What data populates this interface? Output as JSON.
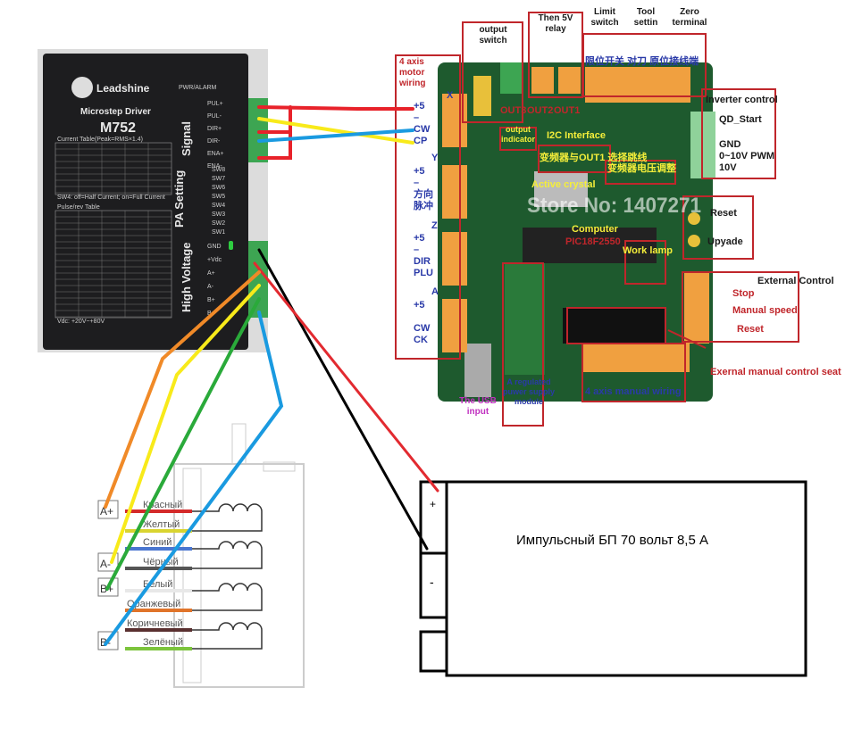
{
  "driver": {
    "brand": "Leadshine",
    "subtitle": "Microstep Driver",
    "model": "M752",
    "current_table_title": "Current Table(Peak=RMS×1.4)",
    "pulse_table_title": "Pulse/rev Table",
    "note": "SW4: off=Half Current; on=Full Current",
    "vdc_note": "Vdc: +20V~+80V",
    "sections": {
      "signal": "Signal",
      "pa_setting": "PA Setting",
      "high_voltage": "High Voltage"
    },
    "pwr_alarm": "PWR/ALARM",
    "signal_pins": [
      "PUL+",
      "PUL-",
      "DIR+",
      "DIR-",
      "ENA+",
      "ENA-"
    ],
    "switches": [
      "SW8",
      "SW7",
      "SW6",
      "SW5",
      "SW4",
      "SW3",
      "SW2",
      "SW1"
    ],
    "power_pins": [
      "GND",
      "+Vdc",
      "A+",
      "A-",
      "B+",
      "B-"
    ]
  },
  "board": {
    "motor_wiring": "4 axis motor wiring",
    "axes": [
      "X",
      "Y",
      "Z",
      "A"
    ],
    "x_pins": [
      "+5",
      "–",
      "CW",
      "CP"
    ],
    "y_pins": [
      "+5",
      "–",
      "方向",
      "脉冲"
    ],
    "z_pins": [
      "+5",
      "–",
      "DIR",
      "PLU"
    ],
    "a_pins": [
      "+5",
      "",
      "CW",
      "CK"
    ],
    "output_switch": "output switch",
    "relay": "Then 5V relay",
    "limit": "Limit switch",
    "tool": "Tool settin",
    "zero": "Zero terminal",
    "top_chinese": "限位开关 对刀 原位接线端",
    "out_labels": [
      "OUT3",
      "OUT2",
      "OUT1"
    ],
    "output_indicator": "output indicator",
    "i2c": "I2C Interface",
    "inverter_jumper": "变频器与OUT1 选择跳线",
    "inverter_adjust": "变频器电压调整",
    "active_crystal": "Active crystal",
    "inverter_control": "Inverter control",
    "inverter_pins": [
      "QD_Start",
      "GND",
      "0~10V PWM",
      "10V"
    ],
    "watermark": "Store No: 1407271",
    "reset": "Reset",
    "upgrade": "Upyade",
    "computer": "Computer",
    "mcu": "PIC18F2550",
    "work_lamp": "Work lamp",
    "external_control": "External Control",
    "ext_pins": [
      "Stop",
      "Manual speed",
      "Reset"
    ],
    "ext_seat": "Exernal manual control seat",
    "manual_wiring": "4 axis manual wiring",
    "usb": "The USB input",
    "regulator": "A regulated puwer supply module"
  },
  "motor": {
    "terminals": [
      "A+",
      "A-",
      "B+",
      "B-"
    ],
    "wires": [
      {
        "name": "Красный",
        "color": "#d42a2a"
      },
      {
        "name": "Желтый",
        "color": "#d9d430"
      },
      {
        "name": "Синий",
        "color": "#4a76d0"
      },
      {
        "name": "Чёрный",
        "color": "#555555"
      },
      {
        "name": "Белый",
        "color": "#e8e8e8"
      },
      {
        "name": "Оранжевый",
        "color": "#e0742a"
      },
      {
        "name": "Коричневый",
        "color": "#5a3030"
      },
      {
        "name": "Зелёный",
        "color": "#7cc43c"
      }
    ]
  },
  "psu": {
    "label": "Импульсный БП 70 вольт 8,5 А",
    "plus": "+",
    "minus": "-"
  },
  "wire_colors": {
    "red": "#e8222a",
    "yellow": "#f8ea1a",
    "blue": "#1a9ae0",
    "black": "#000000",
    "orange": "#f08a28",
    "green": "#2aaa3a"
  }
}
